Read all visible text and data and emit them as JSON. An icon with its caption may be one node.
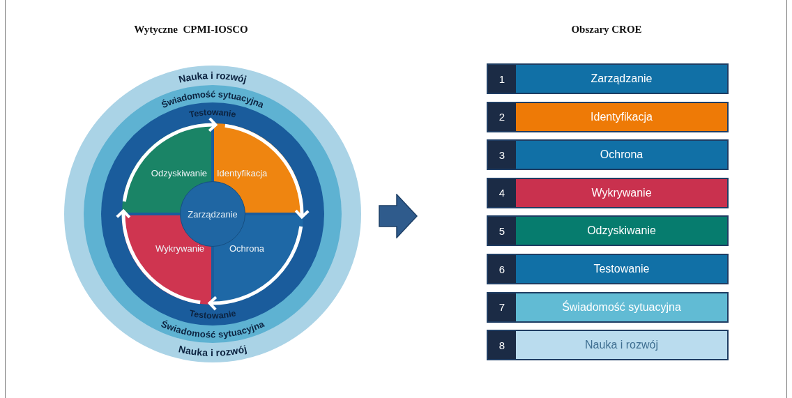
{
  "diagram": {
    "nodes": [
      {
        "text": [
          "Nauka i rozwój",
          "Nauka i rozwój"
        ]
      },
      {
        "text": [
          "Świadomość sytuacyjna",
          "Świadomość sytuacyjna"
        ],
        "in": 0
      },
      {
        "text": [
          "Testowanie",
          "Testowanie"
        ],
        "in": 1
      },
      {
        "text": [
          "Odzyskiwanie"
        ],
        "in": 2
      },
      {
        "text": [
          "Identyfikacja"
        ],
        "in": 2
      },
      {
        "text": [
          "Wykrywanie"
        ],
        "in": 2
      },
      {
        "text": [
          "Ochrona"
        ],
        "in": 2
      },
      {
        "text": [
          "Zarządzanie"
        ],
        "in": 2
      },
      {
        "text": [
          "1",
          "Zarządzanie"
        ]
      },
      {
        "text": [
          "2",
          "Identyfikacja"
        ]
      },
      {
        "text": [
          "3",
          "Ochrona"
        ]
      },
      {
        "text": [
          "4",
          "Wykrywanie"
        ]
      },
      {
        "text": [
          "5",
          "Odzyskiwanie"
        ]
      },
      {
        "text": [
          "6",
          "Testowanie"
        ]
      },
      {
        "text": [
          "7",
          "Świadomość sytuacyjna"
        ]
      },
      {
        "text": [
          "8",
          "Nauka i rozwój"
        ]
      }
    ],
    "edges": [
      {
        "from": 3,
        "to": 4,
        "arrow": "to"
      },
      {
        "from": 4,
        "to": 6,
        "arrow": "to"
      },
      {
        "from": 6,
        "to": 5,
        "arrow": "to"
      },
      {
        "from": 5,
        "to": 3,
        "arrow": "to"
      }
    ],
    "labels": [
      "Wytyczne  CPMI-IOSCO",
      "Obszary CROE"
    ]
  }
}
